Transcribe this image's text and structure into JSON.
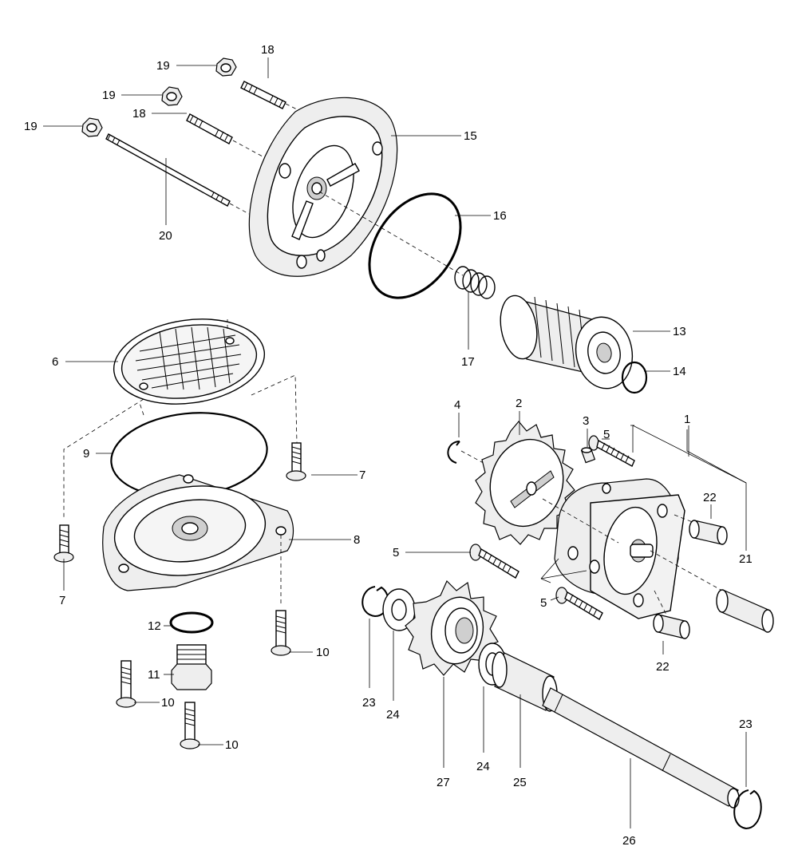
{
  "diagram": {
    "callouts": [
      {
        "id": "c1",
        "text": "1"
      },
      {
        "id": "c2",
        "text": "2"
      },
      {
        "id": "c3",
        "text": "3"
      },
      {
        "id": "c4",
        "text": "4"
      },
      {
        "id": "c5a",
        "text": "5"
      },
      {
        "id": "c5b",
        "text": "5"
      },
      {
        "id": "c5c",
        "text": "5"
      },
      {
        "id": "c6",
        "text": "6"
      },
      {
        "id": "c7a",
        "text": "7"
      },
      {
        "id": "c7b",
        "text": "7"
      },
      {
        "id": "c8",
        "text": "8"
      },
      {
        "id": "c9",
        "text": "9"
      },
      {
        "id": "c10a",
        "text": "10"
      },
      {
        "id": "c10b",
        "text": "10"
      },
      {
        "id": "c10c",
        "text": "10"
      },
      {
        "id": "c11",
        "text": "11"
      },
      {
        "id": "c12",
        "text": "12"
      },
      {
        "id": "c13",
        "text": "13"
      },
      {
        "id": "c14",
        "text": "14"
      },
      {
        "id": "c15",
        "text": "15"
      },
      {
        "id": "c16",
        "text": "16"
      },
      {
        "id": "c17",
        "text": "17"
      },
      {
        "id": "c18a",
        "text": "18"
      },
      {
        "id": "c18b",
        "text": "18"
      },
      {
        "id": "c19a",
        "text": "19"
      },
      {
        "id": "c19b",
        "text": "19"
      },
      {
        "id": "c19c",
        "text": "19"
      },
      {
        "id": "c20",
        "text": "20"
      },
      {
        "id": "c21",
        "text": "21"
      },
      {
        "id": "c22a",
        "text": "22"
      },
      {
        "id": "c22b",
        "text": "22"
      },
      {
        "id": "c23a",
        "text": "23"
      },
      {
        "id": "c23b",
        "text": "23"
      },
      {
        "id": "c24a",
        "text": "24"
      },
      {
        "id": "c24b",
        "text": "24"
      },
      {
        "id": "c25",
        "text": "25"
      },
      {
        "id": "c26",
        "text": "26"
      },
      {
        "id": "c27",
        "text": "27"
      }
    ]
  }
}
